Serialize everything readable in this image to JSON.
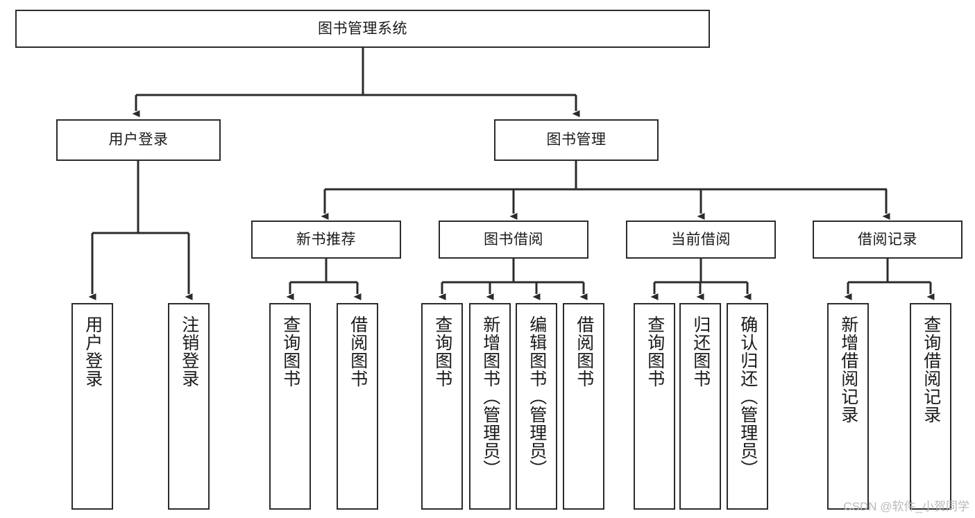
{
  "diagram": {
    "type": "tree-hierarchy-diagram",
    "title": "图书管理系统",
    "root": {
      "id": "root",
      "label": "图书管理系统",
      "orientation": "horizontal"
    },
    "level2": [
      {
        "id": "user-login",
        "label": "用户登录",
        "orientation": "horizontal"
      },
      {
        "id": "book-manage",
        "label": "图书管理",
        "orientation": "horizontal"
      }
    ],
    "level3": [
      {
        "id": "new-book-rec",
        "label": "新书推荐",
        "orientation": "horizontal",
        "parent": "book-manage"
      },
      {
        "id": "book-borrow",
        "label": "图书借阅",
        "orientation": "horizontal",
        "parent": "book-manage"
      },
      {
        "id": "current-borrow",
        "label": "当前借阅",
        "orientation": "horizontal",
        "parent": "book-manage"
      },
      {
        "id": "borrow-record",
        "label": "借阅记录",
        "orientation": "horizontal",
        "parent": "book-manage"
      }
    ],
    "leaves": [
      {
        "id": "leaf-user-login",
        "label": "用户登录",
        "parent": "user-login",
        "orientation": "vertical"
      },
      {
        "id": "leaf-logout-login",
        "label": "注销登录",
        "parent": "user-login",
        "orientation": "vertical"
      },
      {
        "id": "leaf-query-book-1",
        "label": "查询图书",
        "parent": "new-book-rec",
        "orientation": "vertical"
      },
      {
        "id": "leaf-borrow-book-1",
        "label": "借阅图书",
        "parent": "new-book-rec",
        "orientation": "vertical"
      },
      {
        "id": "leaf-query-book-2",
        "label": "查询图书",
        "parent": "book-borrow",
        "orientation": "vertical"
      },
      {
        "id": "leaf-add-book",
        "label": "新增图书（管理员）",
        "parent": "book-borrow",
        "orientation": "vertical"
      },
      {
        "id": "leaf-edit-book",
        "label": "编辑图书（管理员）",
        "parent": "book-borrow",
        "orientation": "vertical"
      },
      {
        "id": "leaf-borrow-book-2",
        "label": "借阅图书",
        "parent": "book-borrow",
        "orientation": "vertical"
      },
      {
        "id": "leaf-query-book-3",
        "label": "查询图书",
        "parent": "current-borrow",
        "orientation": "vertical"
      },
      {
        "id": "leaf-return-book",
        "label": "归还图书",
        "parent": "current-borrow",
        "orientation": "vertical"
      },
      {
        "id": "leaf-confirm-return",
        "label": "确认归还（管理员）",
        "parent": "current-borrow",
        "orientation": "vertical"
      },
      {
        "id": "leaf-add-record",
        "label": "新增借阅记录",
        "parent": "borrow-record",
        "orientation": "vertical"
      },
      {
        "id": "leaf-query-record",
        "label": "查询借阅记录",
        "parent": "borrow-record",
        "orientation": "vertical"
      }
    ],
    "colors": {
      "stroke": "#2b2b2b",
      "fill": "#ffffff",
      "text": "#1a1a1a",
      "watermark": "#b9b9b9"
    }
  },
  "watermark": {
    "text": "CSDN @软件_小贺同学"
  }
}
